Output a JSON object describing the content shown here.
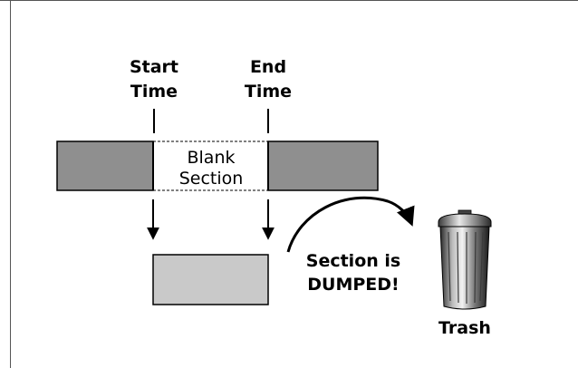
{
  "labels": {
    "start_time_line1": "Start",
    "start_time_line2": "Time",
    "end_time_line1": "End",
    "end_time_line2": "Time",
    "blank_line1": "Blank",
    "blank_line2": "Section",
    "dumped_line1": "Section is",
    "dumped_line2": "DUMPED!",
    "trash": "Trash"
  },
  "colors": {
    "dark_block": "#8f8f8f",
    "light_block": "#c9c9c9",
    "outline": "#000000",
    "frame": "#555555"
  }
}
